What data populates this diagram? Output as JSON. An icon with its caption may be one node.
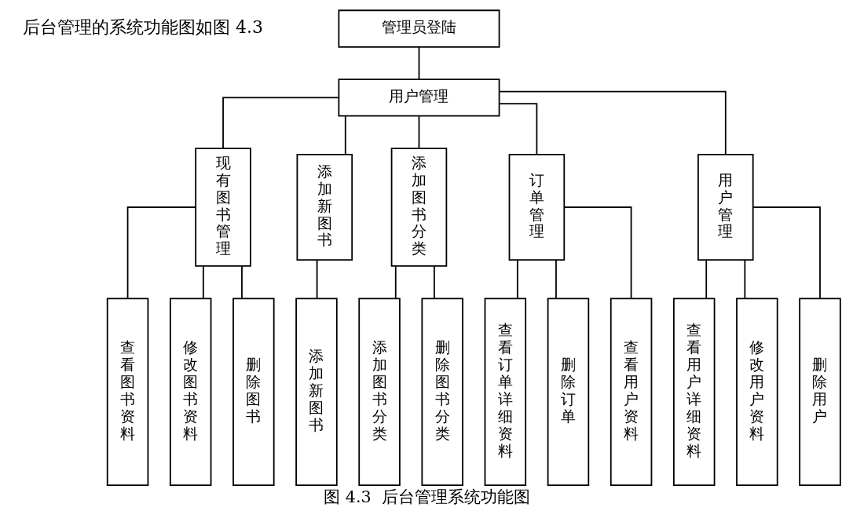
{
  "diagram": {
    "caption": "图 4.3  后台管理系统功能图",
    "nodes": [
      {
        "text": [
          "管理员登陆"
        ]
      },
      {
        "text": [
          "用户管理"
        ]
      },
      {
        "text": [
          "现有图书管理"
        ]
      },
      {
        "text": [
          "添加新图书"
        ]
      },
      {
        "text": [
          "添加图书分类"
        ]
      },
      {
        "text": [
          "订单管理"
        ]
      },
      {
        "text": [
          "用户管理"
        ]
      },
      {
        "text": [
          "查看图书资料"
        ]
      },
      {
        "text": [
          "修改图书资料"
        ]
      },
      {
        "text": [
          "删除图书"
        ]
      },
      {
        "text": [
          "添加新图书"
        ]
      },
      {
        "text": [
          "添加图书分类"
        ]
      },
      {
        "text": [
          "删除图书分类"
        ]
      },
      {
        "text": [
          "查看订单详细资料"
        ]
      },
      {
        "text": [
          "删除订单"
        ]
      },
      {
        "text": [
          "查看用户资料"
        ]
      },
      {
        "text": [
          "查看用户详细资料"
        ]
      },
      {
        "text": [
          "修改用户资料"
        ]
      },
      {
        "text": [
          "删除用户"
        ]
      }
    ],
    "edges": [
      {
        "from": 0,
        "to": 1,
        "arrow": "none"
      },
      {
        "from": 1,
        "to": 2,
        "arrow": "none"
      },
      {
        "from": 1,
        "to": 3,
        "arrow": "none"
      },
      {
        "from": 1,
        "to": 4,
        "arrow": "none"
      },
      {
        "from": 1,
        "to": 5,
        "arrow": "none"
      },
      {
        "from": 1,
        "to": 6,
        "arrow": "none"
      },
      {
        "from": 2,
        "to": 7,
        "arrow": "none"
      },
      {
        "from": 2,
        "to": 8,
        "arrow": "none"
      },
      {
        "from": 2,
        "to": 9,
        "arrow": "none"
      },
      {
        "from": 3,
        "to": 10,
        "arrow": "none"
      },
      {
        "from": 4,
        "to": 11,
        "arrow": "none"
      },
      {
        "from": 4,
        "to": 12,
        "arrow": "none"
      },
      {
        "from": 5,
        "to": 13,
        "arrow": "none"
      },
      {
        "from": 5,
        "to": 14,
        "arrow": "none"
      },
      {
        "from": 5,
        "to": 15,
        "arrow": "none"
      },
      {
        "from": 6,
        "to": 16,
        "arrow": "none"
      },
      {
        "from": 6,
        "to": 17,
        "arrow": "none"
      },
      {
        "from": 6,
        "to": 18,
        "arrow": "none"
      }
    ],
    "labels": [
      "后台管理的系统功能图如图 4.3"
    ]
  }
}
